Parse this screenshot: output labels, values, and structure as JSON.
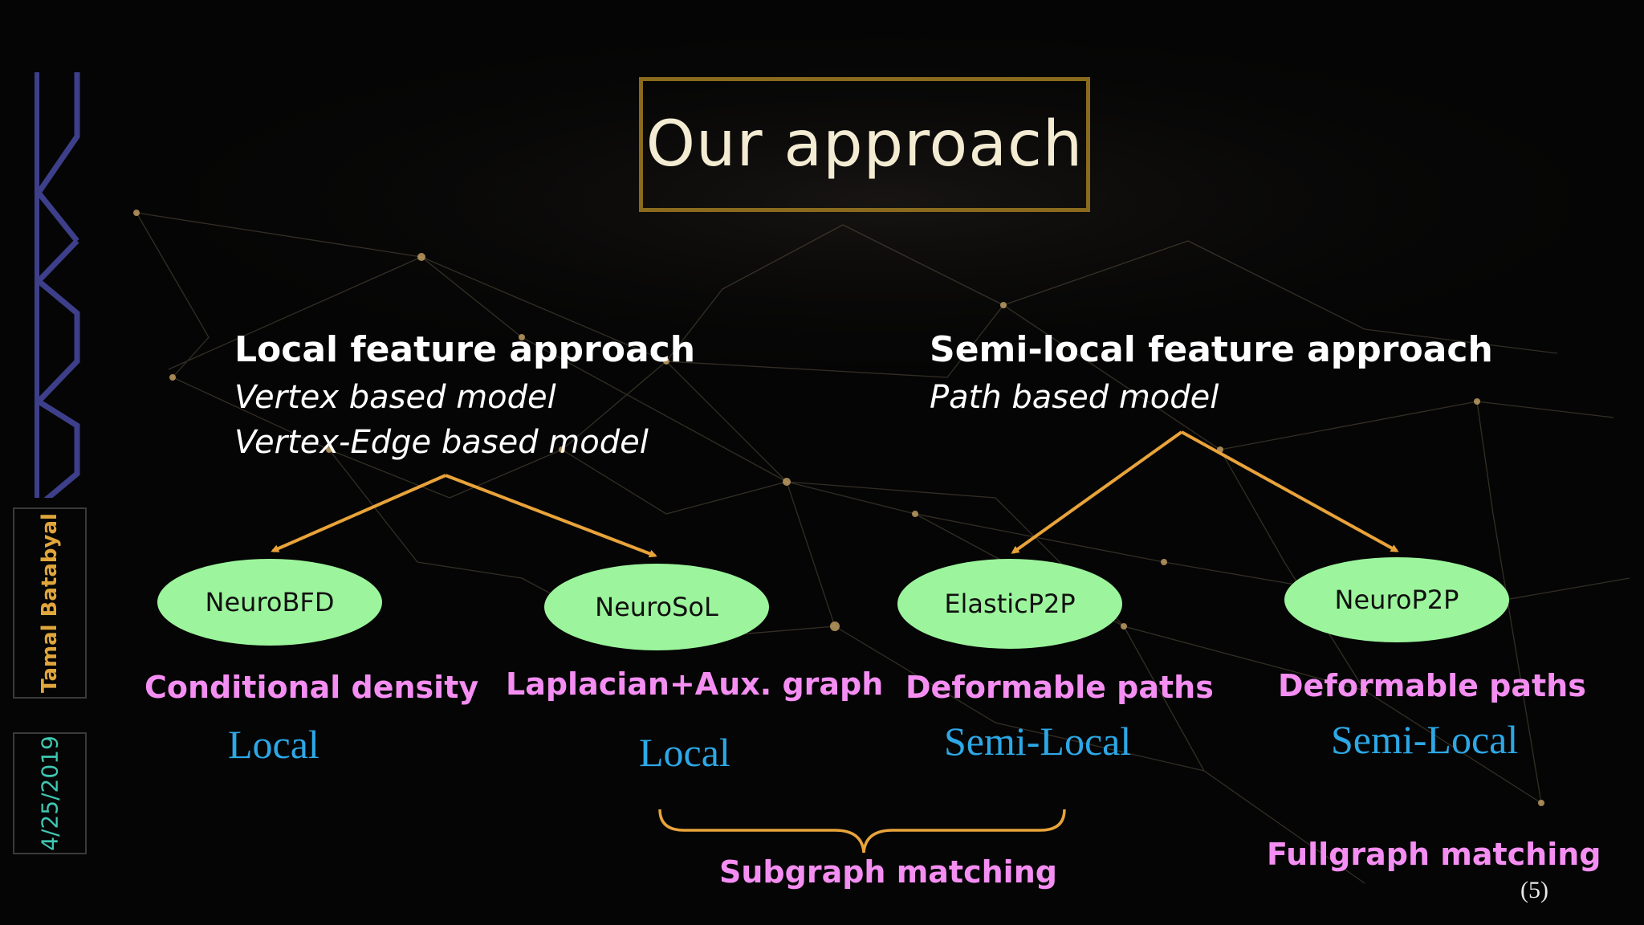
{
  "slide": {
    "title": "Our approach",
    "author": "Tamal Batabyal",
    "date": "4/25/2019",
    "page_number": "(5)"
  },
  "left_group": {
    "heading": "Local feature approach",
    "subtitles": [
      "Vertex based model",
      "Vertex-Edge based model"
    ]
  },
  "right_group": {
    "heading": "Semi-local feature approach",
    "subtitles": [
      "Path based model"
    ]
  },
  "methods": [
    {
      "name": "NeuroBFD",
      "feature": "Conditional density",
      "scope": "Local"
    },
    {
      "name": "NeuroSoL",
      "feature": "Laplacian+Aux. graph",
      "scope": "Local"
    },
    {
      "name": "ElasticP2P",
      "feature": "Deformable paths",
      "scope": "Semi-Local"
    },
    {
      "name": "NeuroP2P",
      "feature": "Deformable paths",
      "scope": "Semi-Local"
    }
  ],
  "groupings": {
    "subgraph": "Subgraph matching",
    "fullgraph": "Fullgraph matching"
  },
  "colors": {
    "arrow": "#e8a33a",
    "brace": "#e8a33a",
    "ellipse_fill": "#9cf59c",
    "feature_text": "#f58ef2",
    "scope_text": "#2da8e6",
    "title_border": "#8a6a1d",
    "author_text": "#e0a63c",
    "date_text": "#3fc7b2",
    "logo": "#3d3f8a"
  }
}
